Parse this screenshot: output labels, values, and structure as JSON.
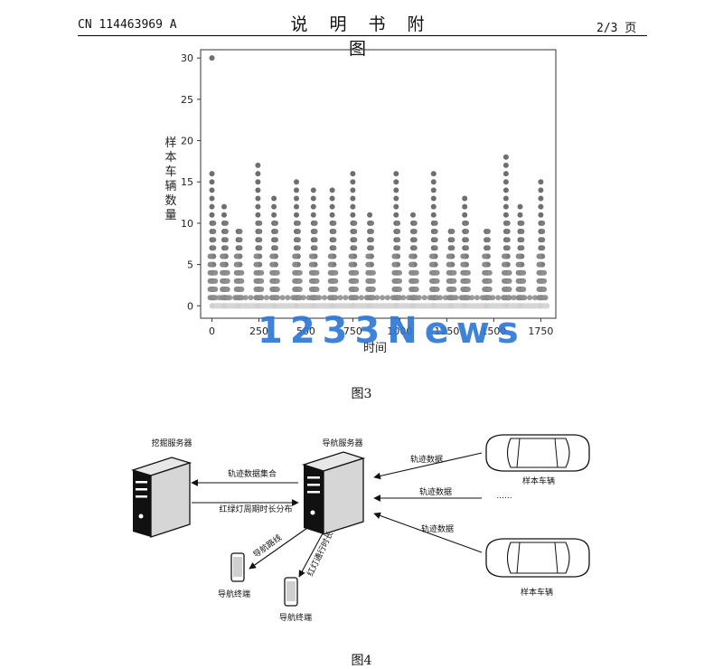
{
  "header": {
    "patent_no": "CN 114463969 A",
    "title": "说 明 书 附 图",
    "page": "2/3 页"
  },
  "figure3": {
    "caption": "图3",
    "chart_data": {
      "type": "scatter",
      "title": "",
      "xlabel": "时间",
      "ylabel": "样本车辆数量",
      "xlim": [
        -60,
        1830
      ],
      "ylim": [
        -1.5,
        31
      ],
      "xticks": [
        0,
        250,
        500,
        750,
        1000,
        1250,
        1500,
        1750
      ],
      "xtick_labels": [
        "0",
        "250",
        "500",
        "750",
        "1000",
        "1250",
        "1500",
        "1750"
      ],
      "yticks": [
        0,
        5,
        10,
        15,
        20,
        25,
        30
      ],
      "ytick_labels": [
        "0",
        "5",
        "10",
        "15",
        "20",
        "25",
        "30"
      ],
      "grid": false,
      "peaks": [
        {
          "x": 0,
          "max": 30
        },
        {
          "x": 65,
          "max": 12
        },
        {
          "x": 140,
          "max": 9
        },
        {
          "x": 245,
          "max": 17
        },
        {
          "x": 330,
          "max": 13
        },
        {
          "x": 450,
          "max": 15
        },
        {
          "x": 540,
          "max": 14
        },
        {
          "x": 640,
          "max": 14
        },
        {
          "x": 750,
          "max": 16
        },
        {
          "x": 840,
          "max": 11
        },
        {
          "x": 980,
          "max": 16
        },
        {
          "x": 1070,
          "max": 11
        },
        {
          "x": 1180,
          "max": 16
        },
        {
          "x": 1270,
          "max": 9
        },
        {
          "x": 1345,
          "max": 13
        },
        {
          "x": 1460,
          "max": 9
        },
        {
          "x": 1565,
          "max": 18
        },
        {
          "x": 1640,
          "max": 12
        },
        {
          "x": 1750,
          "max": 15
        }
      ]
    }
  },
  "figure4": {
    "caption": "图4",
    "mining_server": "挖掘服务器",
    "nav_server": "导航服务器",
    "trajectory_dataset": "轨迹数据集合",
    "light_cycle": "红绿灯周期时长分布",
    "nav_route": "导航路线",
    "red_light_time": "红灯通行时长",
    "nav_terminal_1": "导航终端",
    "nav_terminal_2": "导航终端",
    "traj_data_1": "轨迹数据",
    "traj_data_2": "轨迹数据",
    "traj_data_3": "轨迹数据",
    "ellipsis": "......",
    "sample_vehicle_1": "样本车辆",
    "sample_vehicle_2": "样本车辆"
  },
  "watermark": "1233News"
}
